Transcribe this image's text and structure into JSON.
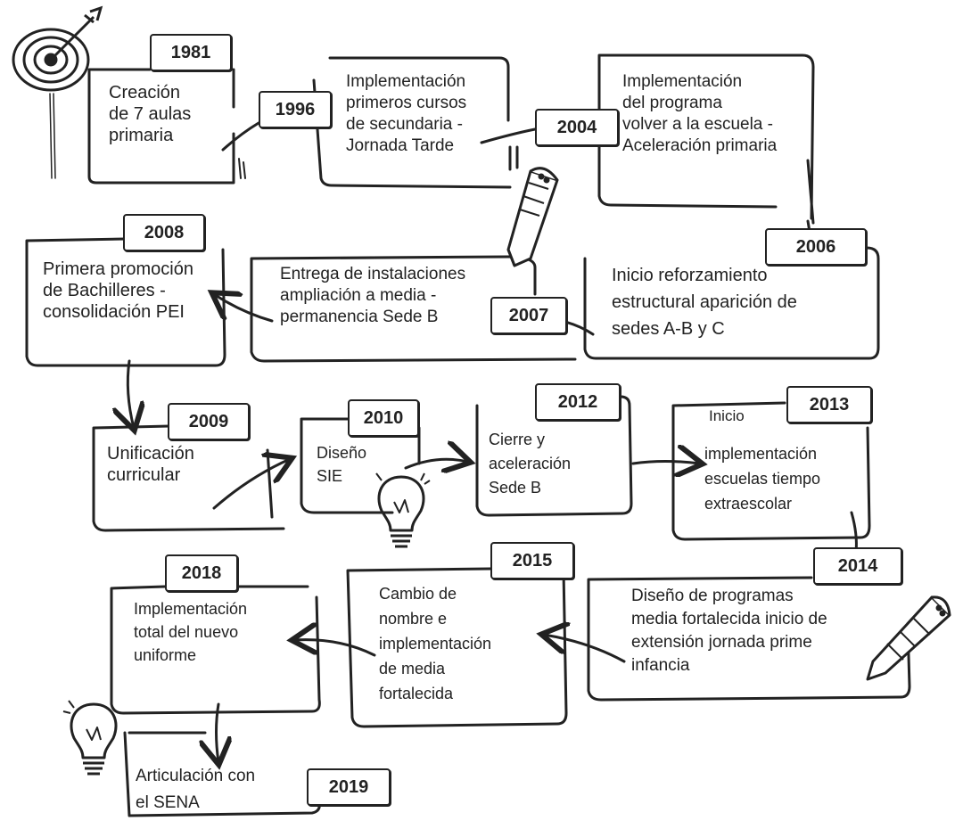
{
  "milestones": [
    {
      "year": "1981",
      "text": "Creación\nde 7 aulas\nprimaria"
    },
    {
      "year": "1996",
      "text": "Implementación\nprimeros cursos\nde secundaria -\nJornada Tarde"
    },
    {
      "year": "2004",
      "text": "Implementación\ndel programa\nvolver a la escuela -\nAceleración primaria"
    },
    {
      "year": "2006",
      "text": "Inicio reforzamiento\nestructural aparición de\nsedes A-B y C"
    },
    {
      "year": "2007",
      "text": "Entrega de instalaciones\nampliación a media -\npermanencia Sede B"
    },
    {
      "year": "2008",
      "text": "Primera promoción\nde Bachilleres -\nconsolidación PEI"
    },
    {
      "year": "2009",
      "text": "Unificación\ncurricular"
    },
    {
      "year": "2010",
      "text": "Diseño\nSIE"
    },
    {
      "year": "2012",
      "text": "Cierre y\naceleración\nSede B"
    },
    {
      "year": "2013",
      "text_a": "Inicio",
      "text_b": "implementación\nescuelas tiempo\nextraescolar"
    },
    {
      "year": "2014",
      "text": "Diseño de programas\nmedia fortalecida inicio de\nextensión jornada prime\ninfancia"
    },
    {
      "year": "2015",
      "text": "Cambio de\nnombre e\nimplementación\nde media\nfortalecida"
    },
    {
      "year": "2018",
      "text": "Implementación\ntotal del nuevo\nuniforme"
    },
    {
      "year": "2019",
      "text": "Articulación con\nel SENA"
    }
  ],
  "icons": [
    "target-icon",
    "pencil-icon",
    "lightbulb-icon",
    "pencil-icon",
    "lightbulb-icon"
  ]
}
